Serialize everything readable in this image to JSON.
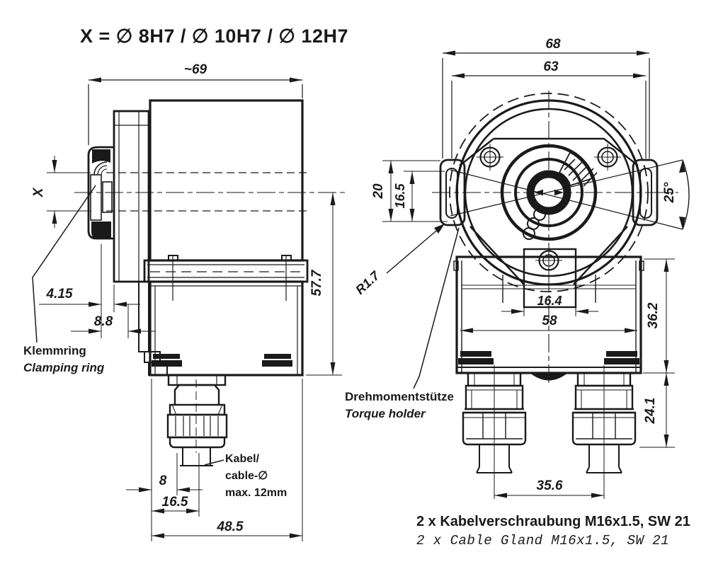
{
  "title": "X = ∅ 8H7 / ∅ 10H7 / ∅ 12H7",
  "colors": {
    "ink": "#1a1a1a",
    "background": "#ffffff"
  },
  "side_view": {
    "dim_width_overall": "~69",
    "dim_shaft_bore": "X",
    "dim_clamp_depth": "4.15",
    "dim_shaft_insert": "8.8",
    "dim_center_height": "57.7",
    "dim_gland_offset": "8",
    "dim_gland_center": "16.5",
    "dim_overall_depth": "48.5",
    "label_clamping_ring_de": "Klemmring",
    "label_clamping_ring_en": "Clamping ring",
    "label_cable_1": "Kabel/",
    "label_cable_2": "cable-∅",
    "label_cable_3": "max. 12mm"
  },
  "front_view": {
    "dim_width_overall": "68",
    "dim_width_flange": "63",
    "dim_slot_outer": "20",
    "dim_slot_inner": "16.5",
    "dim_slot_radius": "R1.7",
    "dim_slot_angle": "25°",
    "dim_bracket_width": "16.4",
    "dim_body_width": "58",
    "dim_body_height": "36.2",
    "dim_gland_height": "24.1",
    "dim_gland_spacing": "35.6",
    "label_torque_de": "Drehmomentstütze",
    "label_torque_en": "Torque holder"
  },
  "footer": {
    "line_de": "2 x Kabelverschraubung M16x1.5, SW 21",
    "line_en": "2 x Cable Gland M16x1.5, SW 21"
  }
}
